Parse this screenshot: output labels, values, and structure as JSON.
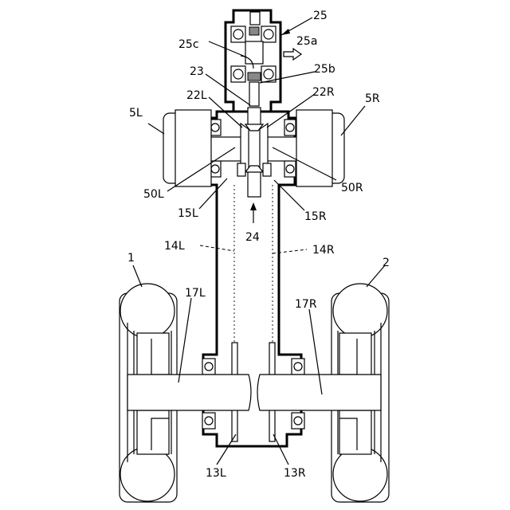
{
  "labels": {
    "wheel_left": "1",
    "wheel_right": "2",
    "motor_left": "5L",
    "motor_right": "5R",
    "housing": "25",
    "housing_a": "25a",
    "housing_b": "25b",
    "housing_c": "25c",
    "part_23": "23",
    "gear_22L": "22L",
    "gear_22R": "22R",
    "shaft_50L": "50L",
    "shaft_50R": "50R",
    "bearing_15L": "15L",
    "bearing_15R": "15R",
    "part_24": "24",
    "line_14L": "14L",
    "line_14R": "14R",
    "arm_17L": "17L",
    "arm_17R": "17R",
    "part_13L": "13L",
    "part_13R": "13R"
  }
}
